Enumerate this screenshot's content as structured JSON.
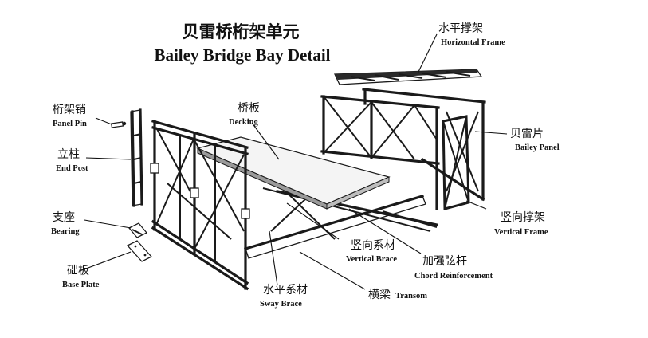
{
  "title": {
    "cn": "贝雷桥桁架单元",
    "en": "Bailey Bridge Bay Detail"
  },
  "labels": {
    "horizontal_frame": {
      "cn": "水平撑架",
      "en": "Horizontal Frame"
    },
    "panel_pin": {
      "cn": "桁架销",
      "en": "Panel Pin"
    },
    "decking": {
      "cn": "桥板",
      "en": "Decking"
    },
    "end_post": {
      "cn": "立柱",
      "en": "End Post"
    },
    "bailey_panel": {
      "cn": "贝雷片",
      "en": "Bailey Panel"
    },
    "bearing": {
      "cn": "支座",
      "en": "Bearing"
    },
    "vertical_frame": {
      "cn": "竖向撑架",
      "en": "Vertical Frame"
    },
    "base_plate": {
      "cn": "础板",
      "en": "Base Plate"
    },
    "vertical_brace": {
      "cn": "竖向系材",
      "en": "Vertical Brace"
    },
    "chord_reinforcement": {
      "cn": "加强弦杆",
      "en": "Chord Reinforcement"
    },
    "sway_brace": {
      "cn": "水平系材",
      "en": "Sway Brace"
    },
    "transom": {
      "cn": "横梁",
      "en": "Transom"
    }
  },
  "colors": {
    "line": "#1a1a1a",
    "paper": "#ffffff"
  }
}
